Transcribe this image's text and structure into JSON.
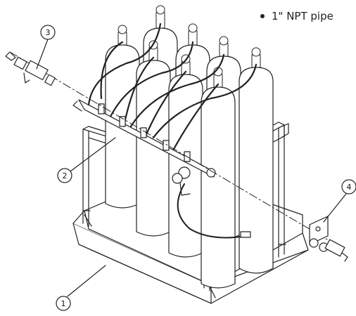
{
  "note": {
    "bullet_text": "1\" NPT pipe"
  },
  "callouts": [
    {
      "label": "1",
      "part": "frame"
    },
    {
      "label": "2",
      "part": "manifold"
    },
    {
      "label": "3",
      "part": "inlet-valve"
    },
    {
      "label": "4",
      "part": "outlet-bracket-valve"
    }
  ]
}
